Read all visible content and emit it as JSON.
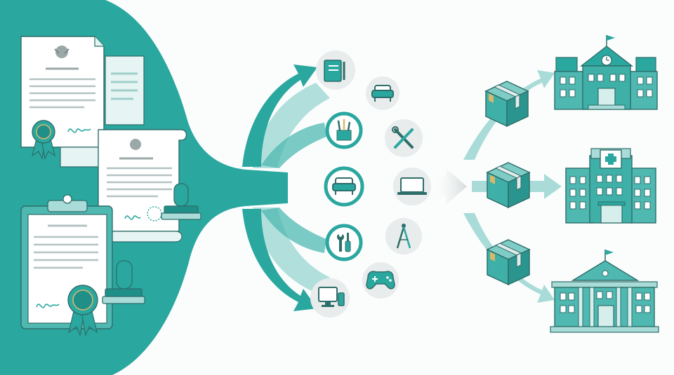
{
  "colors": {
    "teal": "#2aa79f",
    "teal_dark": "#1f8f88",
    "teal_mid": "#4fb8b1",
    "teal_light": "#a9dcd8",
    "teal_pale": "#d6efed",
    "gray_circle": "#e9ecec",
    "outline": "#2e6e6a",
    "paper": "#ffffff",
    "paper_shade": "#e6f4f3",
    "crest": "#9aa8a8",
    "tape": "#b9c9c8",
    "tag": "#d8b86a",
    "background": "#fbfdfd"
  },
  "sections": {
    "documents": {
      "items": [
        "certificate-with-seal",
        "copy-document",
        "official-scroll-with-stamp",
        "clipboard-contract-with-seal"
      ]
    },
    "categories": {
      "inner_ring": [
        "pens-holder-icon",
        "armchair-icon",
        "tools-icon"
      ],
      "outer_ring": [
        "notebook-icon",
        "armchair-icon",
        "tools-icon",
        "laptop-icon",
        "compass-icon",
        "gamepad-icon",
        "computer-monitor-icon"
      ]
    },
    "deliveries": {
      "boxes": [
        "parcel-box",
        "parcel-box",
        "parcel-box"
      ]
    },
    "institutions": {
      "buildings": [
        "school-building",
        "hospital-building",
        "government-building"
      ]
    }
  }
}
